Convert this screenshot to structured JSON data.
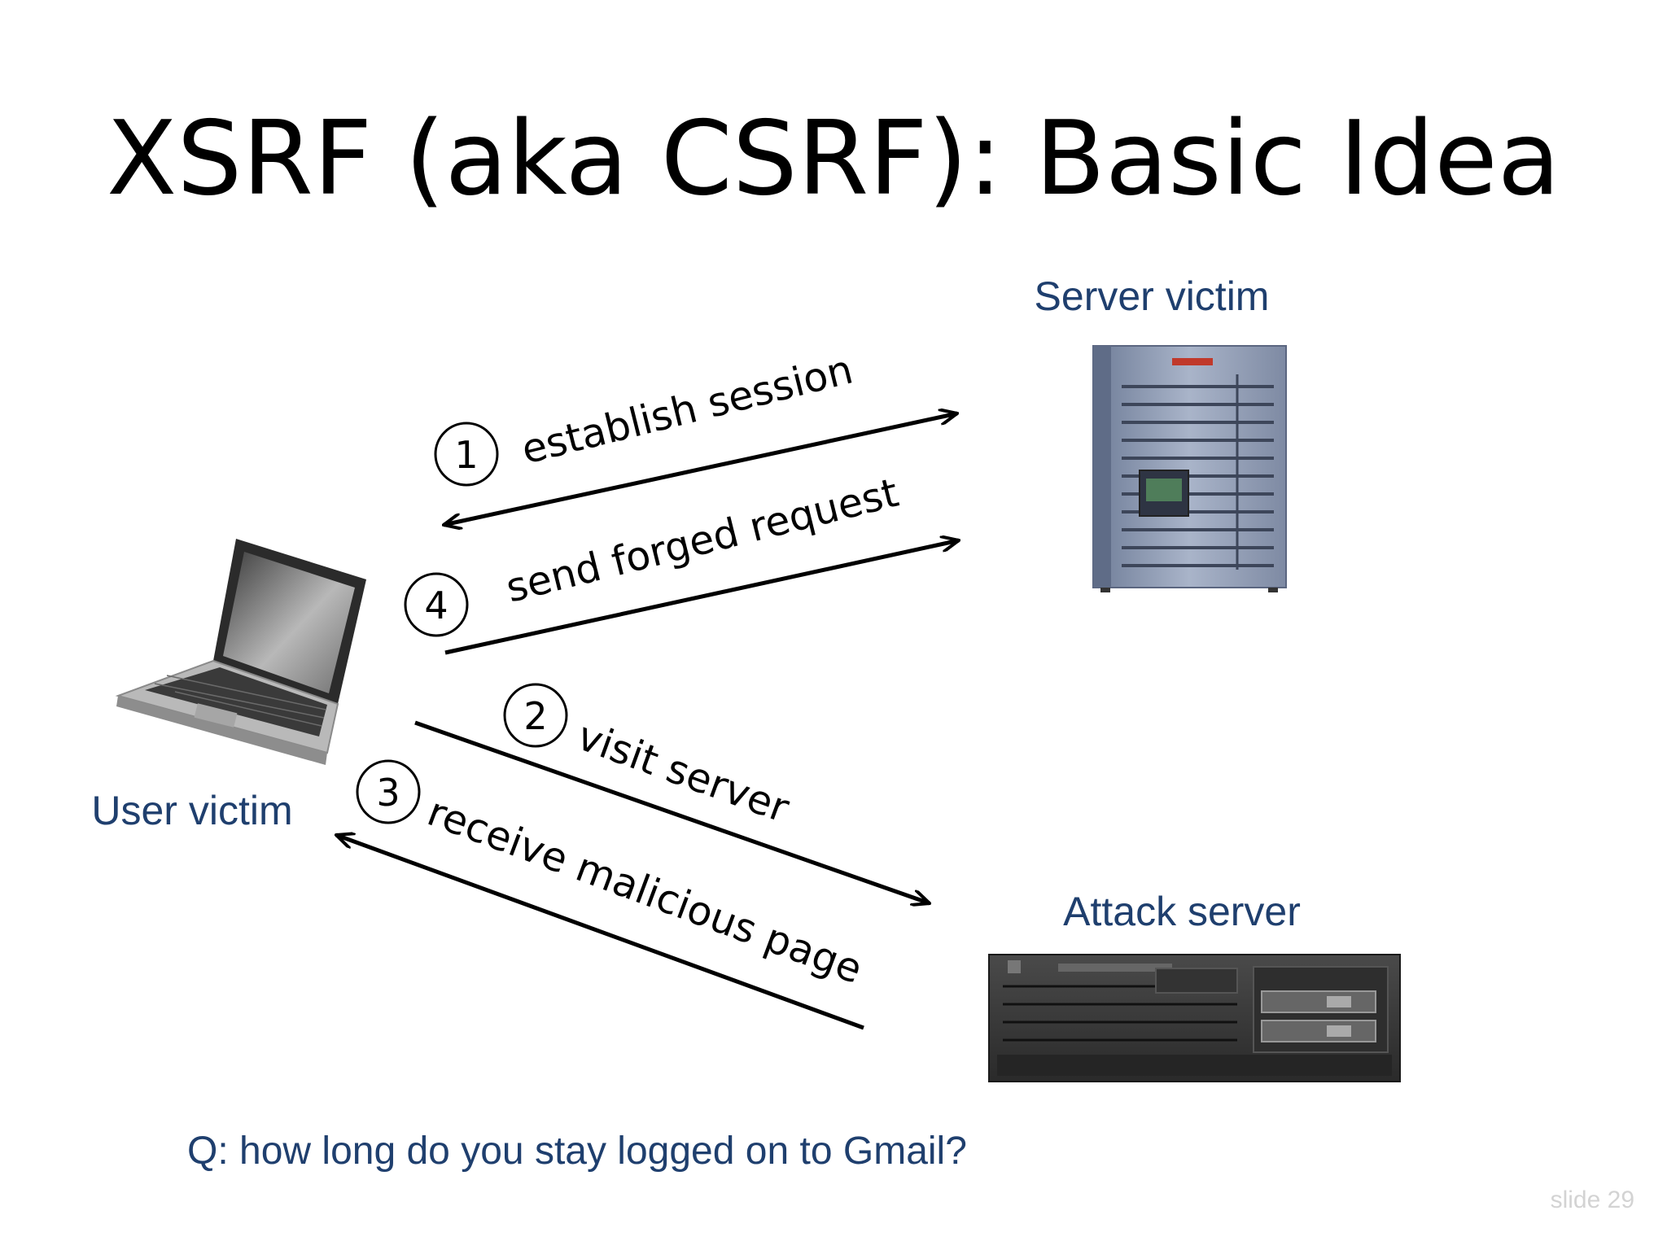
{
  "slide": {
    "title": "XSRF (aka CSRF): Basic Idea",
    "question": "Q: how long do you stay logged on to Gmail?",
    "slide_number": "slide 29"
  },
  "nodes": {
    "user_victim": "User victim",
    "server_victim": "Server victim",
    "attack_server": "Attack server"
  },
  "steps": [
    {
      "number": "1",
      "label": "establish session"
    },
    {
      "number": "4",
      "label": "send forged request"
    },
    {
      "number": "2",
      "label": "visit server"
    },
    {
      "number": "3",
      "label": "receive malicious page"
    }
  ],
  "icons": [
    "laptop-icon",
    "tower-server-icon",
    "rack-server-icon"
  ],
  "colors": {
    "label_blue": "#1f3f6e",
    "text_black": "#000000",
    "slide_number_gray": "#d3d3d3"
  }
}
